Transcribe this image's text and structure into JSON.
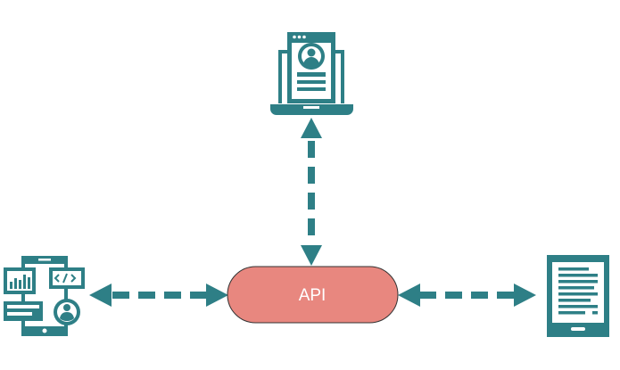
{
  "api": {
    "label": "API"
  },
  "nodes": [
    {
      "name": "laptop-profile",
      "icon": "laptop-user-profile-icon"
    },
    {
      "name": "mobile-developer",
      "icon": "mobile-code-analytics-icon"
    },
    {
      "name": "ebook-reader",
      "icon": "ebook-document-icon"
    }
  ],
  "colors": {
    "accent": "#2e7f86",
    "api_fill": "#e8877f",
    "api_stroke": "#333333",
    "api_text": "#ffffff"
  }
}
